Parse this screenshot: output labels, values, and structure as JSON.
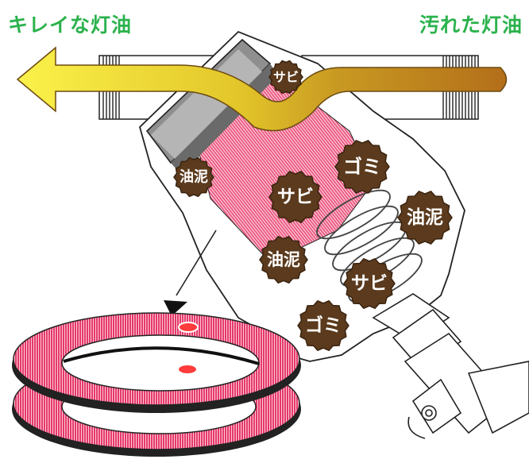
{
  "labels": {
    "clean_kerosene": "キレイな灯油",
    "dirty_kerosene": "汚れた灯油"
  },
  "particles": [
    {
      "kind": "rust",
      "text": "サビ"
    },
    {
      "kind": "oil-sludge",
      "text": "油泥"
    },
    {
      "kind": "dust",
      "text": "ゴミ"
    },
    {
      "kind": "rust",
      "text": "サビ"
    },
    {
      "kind": "oil-sludge",
      "text": "油泥"
    },
    {
      "kind": "oil-sludge",
      "text": "油泥"
    },
    {
      "kind": "rust",
      "text": "サビ"
    },
    {
      "kind": "dust",
      "text": "ゴミ"
    }
  ],
  "colors": {
    "label_green": "#2bb24c",
    "particle_brown": "#5b3a1d",
    "filter_pink": "#e8507a",
    "filter_lines": "#ffd6e0",
    "clean_flow_yellow": "#f3ea3a",
    "dirty_flow_brown": "#c07a1a",
    "outline": "#222222"
  }
}
